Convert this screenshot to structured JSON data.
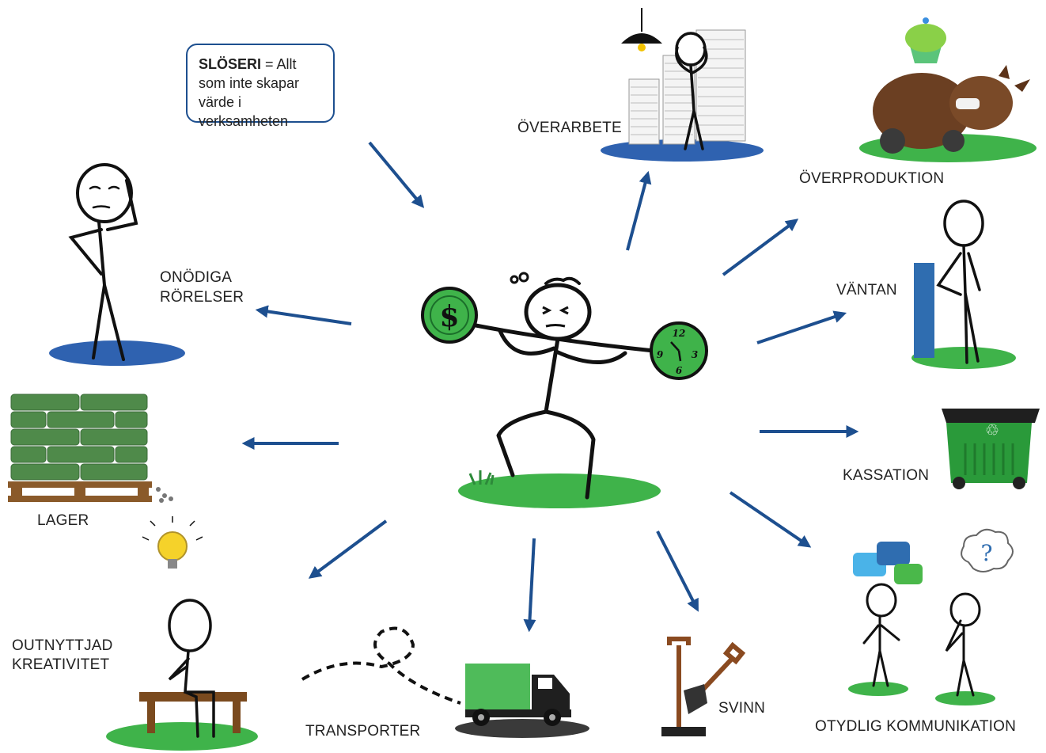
{
  "callout": {
    "term": "SLÖSERI",
    "definition": "= Allt som inte skapar värde i verksamheten"
  },
  "center": {
    "coin_symbol": "$",
    "clock_numbers": [
      "12",
      "3",
      "6",
      "9"
    ]
  },
  "wastes": {
    "overarbete": "ÖVERARBETE",
    "overproduktion": "ÖVERPRODUKTION",
    "vantan": "VÄNTAN",
    "kassation": "KASSATION",
    "otydlig": "OTYDLIG KOMMUNIKATION",
    "svinn": "SVINN",
    "transporter": "TRANSPORTER",
    "kreativitet_line1": "OUTNYTTJAD",
    "kreativitet_line2": "KREATIVITET",
    "lager": "LAGER",
    "rorelser_line1": "ONÖDIGA",
    "rorelser_line2": "RÖRELSER"
  },
  "icons": {
    "bin_symbol": "♲",
    "question_mark": "?"
  },
  "colors": {
    "arrow": "#1d4f8f",
    "green": "#3fb34a",
    "blue_ground": "#2f62b0",
    "dark_green": "#2d8a3a"
  }
}
